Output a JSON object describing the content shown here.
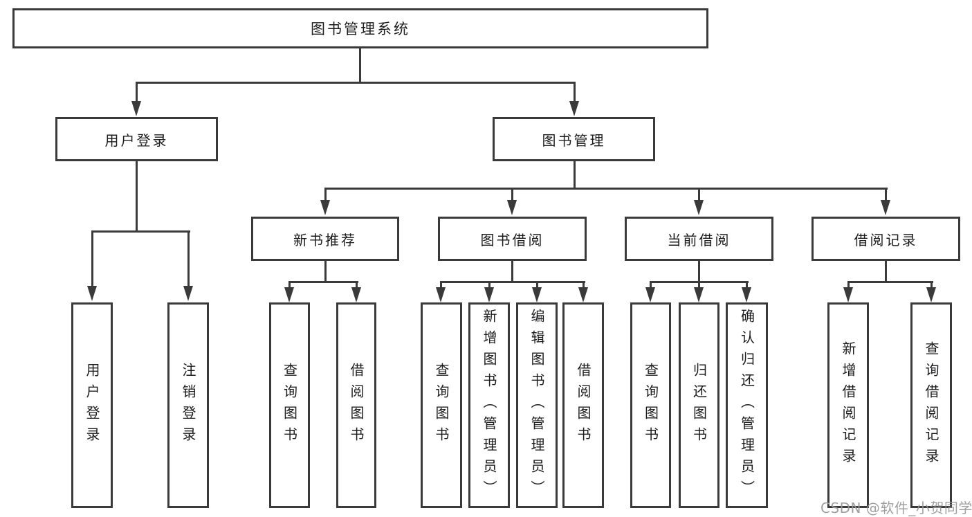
{
  "tree": {
    "label": "图书管理系统",
    "children": [
      {
        "label": "用户登录",
        "children": [
          {
            "label": "用户登录"
          },
          {
            "label": "注销登录"
          }
        ]
      },
      {
        "label": "图书管理",
        "children": [
          {
            "label": "新书推荐",
            "children": [
              {
                "label": "查询图书"
              },
              {
                "label": "借阅图书"
              }
            ]
          },
          {
            "label": "图书借阅",
            "children": [
              {
                "label": "查询图书"
              },
              {
                "label": "新增图书（管理员）"
              },
              {
                "label": "编辑图书（管理员）"
              },
              {
                "label": "借阅图书"
              }
            ]
          },
          {
            "label": "当前借阅",
            "children": [
              {
                "label": "查询图书"
              },
              {
                "label": "归还图书"
              },
              {
                "label": "确认归还（管理员）"
              }
            ]
          },
          {
            "label": "借阅记录",
            "children": [
              {
                "label": "新增借阅记录"
              },
              {
                "label": "查询借阅记录"
              }
            ]
          }
        ]
      }
    ]
  },
  "watermark": {
    "text": "CSDN @软件_小贺同学"
  },
  "colors": {
    "line": "#3a3a3a",
    "text": "#1d1d1f",
    "background": "#ffffff",
    "watermark": "#989898"
  }
}
